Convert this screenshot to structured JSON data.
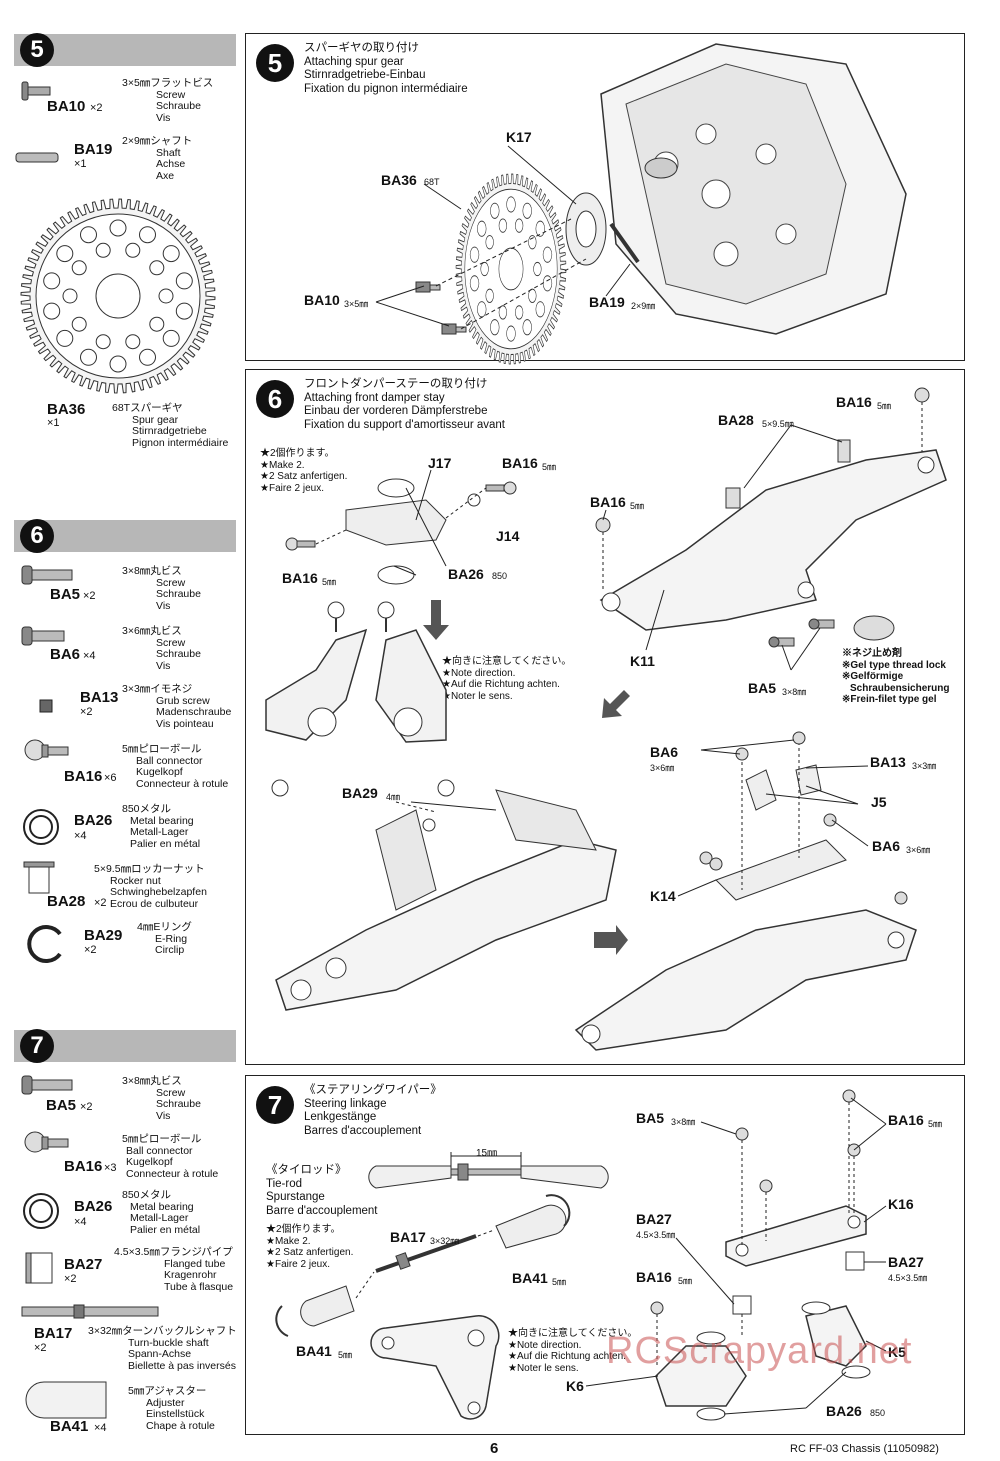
{
  "sidebar": {
    "step5": {
      "num": "5",
      "parts": [
        {
          "code": "BA10",
          "qty": "×2",
          "lines": [
            "3×5㎜フラットビス",
            "Screw",
            "Schraube",
            "Vis"
          ]
        },
        {
          "code": "BA19",
          "qty": "×1",
          "lines": [
            "2×9㎜シャフト",
            "Shaft",
            "Achse",
            "Axe"
          ]
        },
        {
          "code": "BA36",
          "qty": "×1",
          "lines": [
            "68Tスパーギヤ",
            "Spur gear",
            "Stirnradgetriebe",
            "Pignon intermédiaire"
          ]
        }
      ]
    },
    "step6": {
      "num": "6",
      "parts": [
        {
          "code": "BA5",
          "qty": "×2",
          "lines": [
            "3×8㎜丸ビス",
            "Screw",
            "Schraube",
            "Vis"
          ]
        },
        {
          "code": "BA6",
          "qty": "×4",
          "lines": [
            "3×6㎜丸ビス",
            "Screw",
            "Schraube",
            "Vis"
          ]
        },
        {
          "code": "BA13",
          "qty": "×2",
          "lines": [
            "3×3㎜イモネジ",
            "Grub screw",
            "Madenschraube",
            "Vis pointeau"
          ]
        },
        {
          "code": "BA16",
          "qty": "×6",
          "lines": [
            "5㎜ピローボール",
            "Ball connector",
            "Kugelkopf",
            "Connecteur à rotule"
          ]
        },
        {
          "code": "BA26",
          "qty": "×4",
          "lines": [
            "850メタル",
            "Metal bearing",
            "Metall-Lager",
            "Palier en métal"
          ]
        },
        {
          "code": "BA28",
          "qty": "×2",
          "lines": [
            "5×9.5㎜ロッカーナット",
            "Rocker nut",
            "Schwinghebelzapfen",
            "Ecrou de culbuteur"
          ]
        },
        {
          "code": "BA29",
          "qty": "×2",
          "lines": [
            "4㎜Eリング",
            "E-Ring",
            "Circlip"
          ]
        }
      ]
    },
    "step7": {
      "num": "7",
      "parts": [
        {
          "code": "BA5",
          "qty": "×2",
          "lines": [
            "3×8㎜丸ビス",
            "Screw",
            "Schraube",
            "Vis"
          ]
        },
        {
          "code": "BA16",
          "qty": "×3",
          "lines": [
            "5㎜ピローボール",
            "Ball connector",
            "Kugelkopf",
            "Connecteur à rotule"
          ]
        },
        {
          "code": "BA26",
          "qty": "×4",
          "lines": [
            "850メタル",
            "Metal bearing",
            "Metall-Lager",
            "Palier en métal"
          ]
        },
        {
          "code": "BA27",
          "qty": "×2",
          "lines": [
            "4.5×3.5㎜フランジパイプ",
            "Flanged tube",
            "Kragenrohr",
            "Tube à flasque"
          ]
        },
        {
          "code": "BA17",
          "qty": "×2",
          "lines": [
            "3×32㎜ターンバックルシャフト",
            "Turn-buckle shaft",
            "Spann-Achse",
            "Biellette à pas inversés"
          ]
        },
        {
          "code": "BA41",
          "qty": "×4",
          "lines": [
            "5㎜アジャスター",
            "Adjuster",
            "Einstellstück",
            "Chape à rotule"
          ]
        }
      ]
    }
  },
  "panel5": {
    "num": "5",
    "title": [
      "スパーギヤの取り付け",
      "Attaching spur gear",
      "Stirnradgetriebe-Einbau",
      "Fixation du pignon intermédiaire"
    ],
    "labels": {
      "k17": "K17",
      "ba36": "BA36",
      "ba36_sub": "68T",
      "ba10": "BA10",
      "ba10_sub": "3×5㎜",
      "ba19": "BA19",
      "ba19_sub": "2×9㎜"
    }
  },
  "panel6": {
    "num": "6",
    "title": [
      "フロントダンパーステーの取り付け",
      "Attaching front damper stay",
      "Einbau der vorderen Dämpferstrebe",
      "Fixation du support d'amortisseur avant"
    ],
    "make2": [
      "★2個作ります。",
      "★Make 2.",
      "★2 Satz anfertigen.",
      "★Faire 2 jeux."
    ],
    "direction": [
      "★向きに注意してください。",
      "★Note direction.",
      "★Auf die Richtung achten.",
      "★Noter le sens."
    ],
    "threadlock": [
      "※ネジ止め剤",
      "※Gel type thread lock",
      "※Gelförmige",
      "Schraubensicherung",
      "※Frein-filet type gel"
    ],
    "labels": {
      "j17": "J17",
      "ba16a": "BA16",
      "ba16a_sub": "5㎜",
      "j14": "J14",
      "ba16b": "BA16",
      "ba16b_sub": "5㎜",
      "ba26": "BA26",
      "ba26_sub": "850",
      "ba28": "BA28",
      "ba28_sub": "5×9.5㎜",
      "ba16c": "BA16",
      "ba16c_sub": "5㎜",
      "ba16d": "BA16",
      "ba16d_sub": "5㎜",
      "k11": "K11",
      "ba5": "BA5",
      "ba5_sub": "3×8㎜",
      "ba29": "BA29",
      "ba29_sub": "4㎜",
      "ba6a": "BA6",
      "ba6a_sub": "3×6㎜",
      "ba13": "BA13",
      "ba13_sub": "3×3㎜",
      "j5": "J5",
      "ba6b": "BA6",
      "ba6b_sub": "3×6㎜",
      "k14": "K14"
    }
  },
  "panel7": {
    "num": "7",
    "title": [
      "《ステアリングワイパー》",
      "Steering linkage",
      "Lenkgestänge",
      "Barres d'accouplement"
    ],
    "tierod": [
      "《タイロッド》",
      "Tie-rod",
      "Spurstange",
      "Barre d'accouplement"
    ],
    "make2": [
      "★2個作ります。",
      "★Make 2.",
      "★2 Satz anfertigen.",
      "★Faire 2 jeux."
    ],
    "direction": [
      "★向きに注意してください。",
      "★Note direction.",
      "★Auf die Richtung achten.",
      "★Noter le sens."
    ],
    "labels": {
      "len": "15㎜",
      "ba17": "BA17",
      "ba17_sub": "3×32㎜",
      "ba41a": "BA41",
      "ba41a_sub": "5㎜",
      "ba41b": "BA41",
      "ba41b_sub": "5㎜",
      "ba5": "BA5",
      "ba5_sub": "3×8㎜",
      "ba16a": "BA16",
      "ba16a_sub": "5㎜",
      "k16": "K16",
      "ba27a": "BA27",
      "ba27a_sub": "4.5×3.5㎜",
      "ba27b": "BA27",
      "ba27b_sub": "4.5×3.5㎜",
      "ba16b": "BA16",
      "ba16b_sub": "5㎜",
      "k5": "K5",
      "k6": "K6",
      "ba26": "BA26",
      "ba26_sub": "850"
    }
  },
  "footer": {
    "page": "6",
    "doc": "RC FF-03 Chassis (11050982)",
    "watermark": "RCScrapyard.net"
  }
}
